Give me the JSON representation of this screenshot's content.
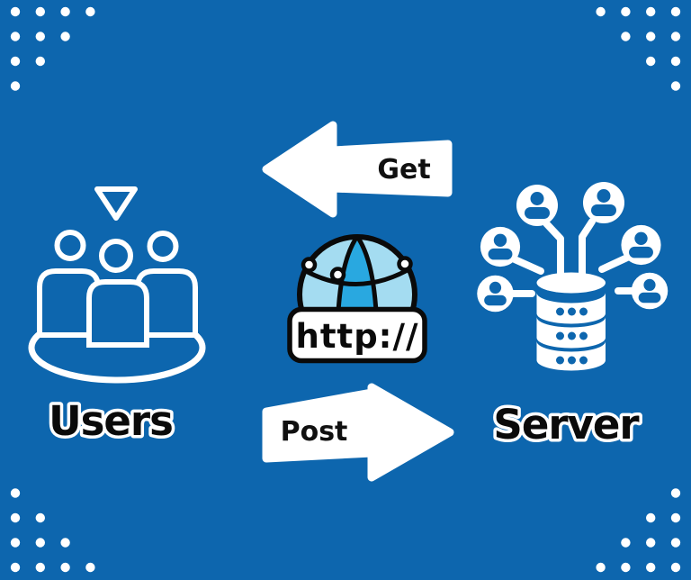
{
  "poster": {
    "background_color": "#0d66ae",
    "nodes": {
      "users": {
        "label": "Users",
        "icon": "users-group-icon"
      },
      "server": {
        "label": "Server",
        "icon": "server-database-icon"
      },
      "protocol": {
        "label": "http://",
        "icon": "http-globe-icon"
      }
    },
    "arrows": {
      "get": {
        "label": "Get",
        "direction": "left"
      },
      "post": {
        "label": "Post",
        "direction": "right"
      }
    },
    "colors": {
      "background": "#0d66ae",
      "icon_white": "#ffffff",
      "outline_black": "#0a0a0a",
      "globe_light_blue": "#a4dcf1",
      "globe_bright_blue": "#29a8e0"
    },
    "decorations": {
      "corner_dot_grids": 4
    }
  }
}
